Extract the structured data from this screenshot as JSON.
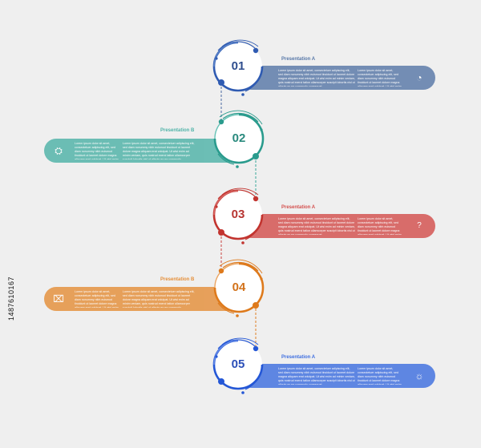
{
  "lorem": "Lorem ipsum dolor sit amet, consectetuer adipiscing elit, sed diam nonummy nibh euismod tincidunt ut laoreet dolore magna aliquam erat volutpat. Ut wisi enim ad minim veniam, quis nostrud exerci tation ullamcorper suscipit lobortis nisl ut aliquip ex ea commodo consequat.",
  "stock_id": "1487610167",
  "steps": [
    {
      "number": "01",
      "heading": "Presentation A",
      "color": "#5878a8",
      "icon": "pie-chart-icon",
      "side": "right"
    },
    {
      "number": "02",
      "heading": "Presentation B",
      "color": "#4fb3a8",
      "icon": "ufo-icon",
      "side": "left"
    },
    {
      "number": "03",
      "heading": "Presentation A",
      "color": "#d4504e",
      "icon": "question-icon",
      "side": "right"
    },
    {
      "number": "04",
      "heading": "Presentation B",
      "color": "#e58f3a",
      "icon": "trash-icon",
      "side": "left"
    },
    {
      "number": "05",
      "heading": "Presentation A",
      "color": "#3f6fe0",
      "icon": "sun-icon",
      "side": "right"
    }
  ]
}
